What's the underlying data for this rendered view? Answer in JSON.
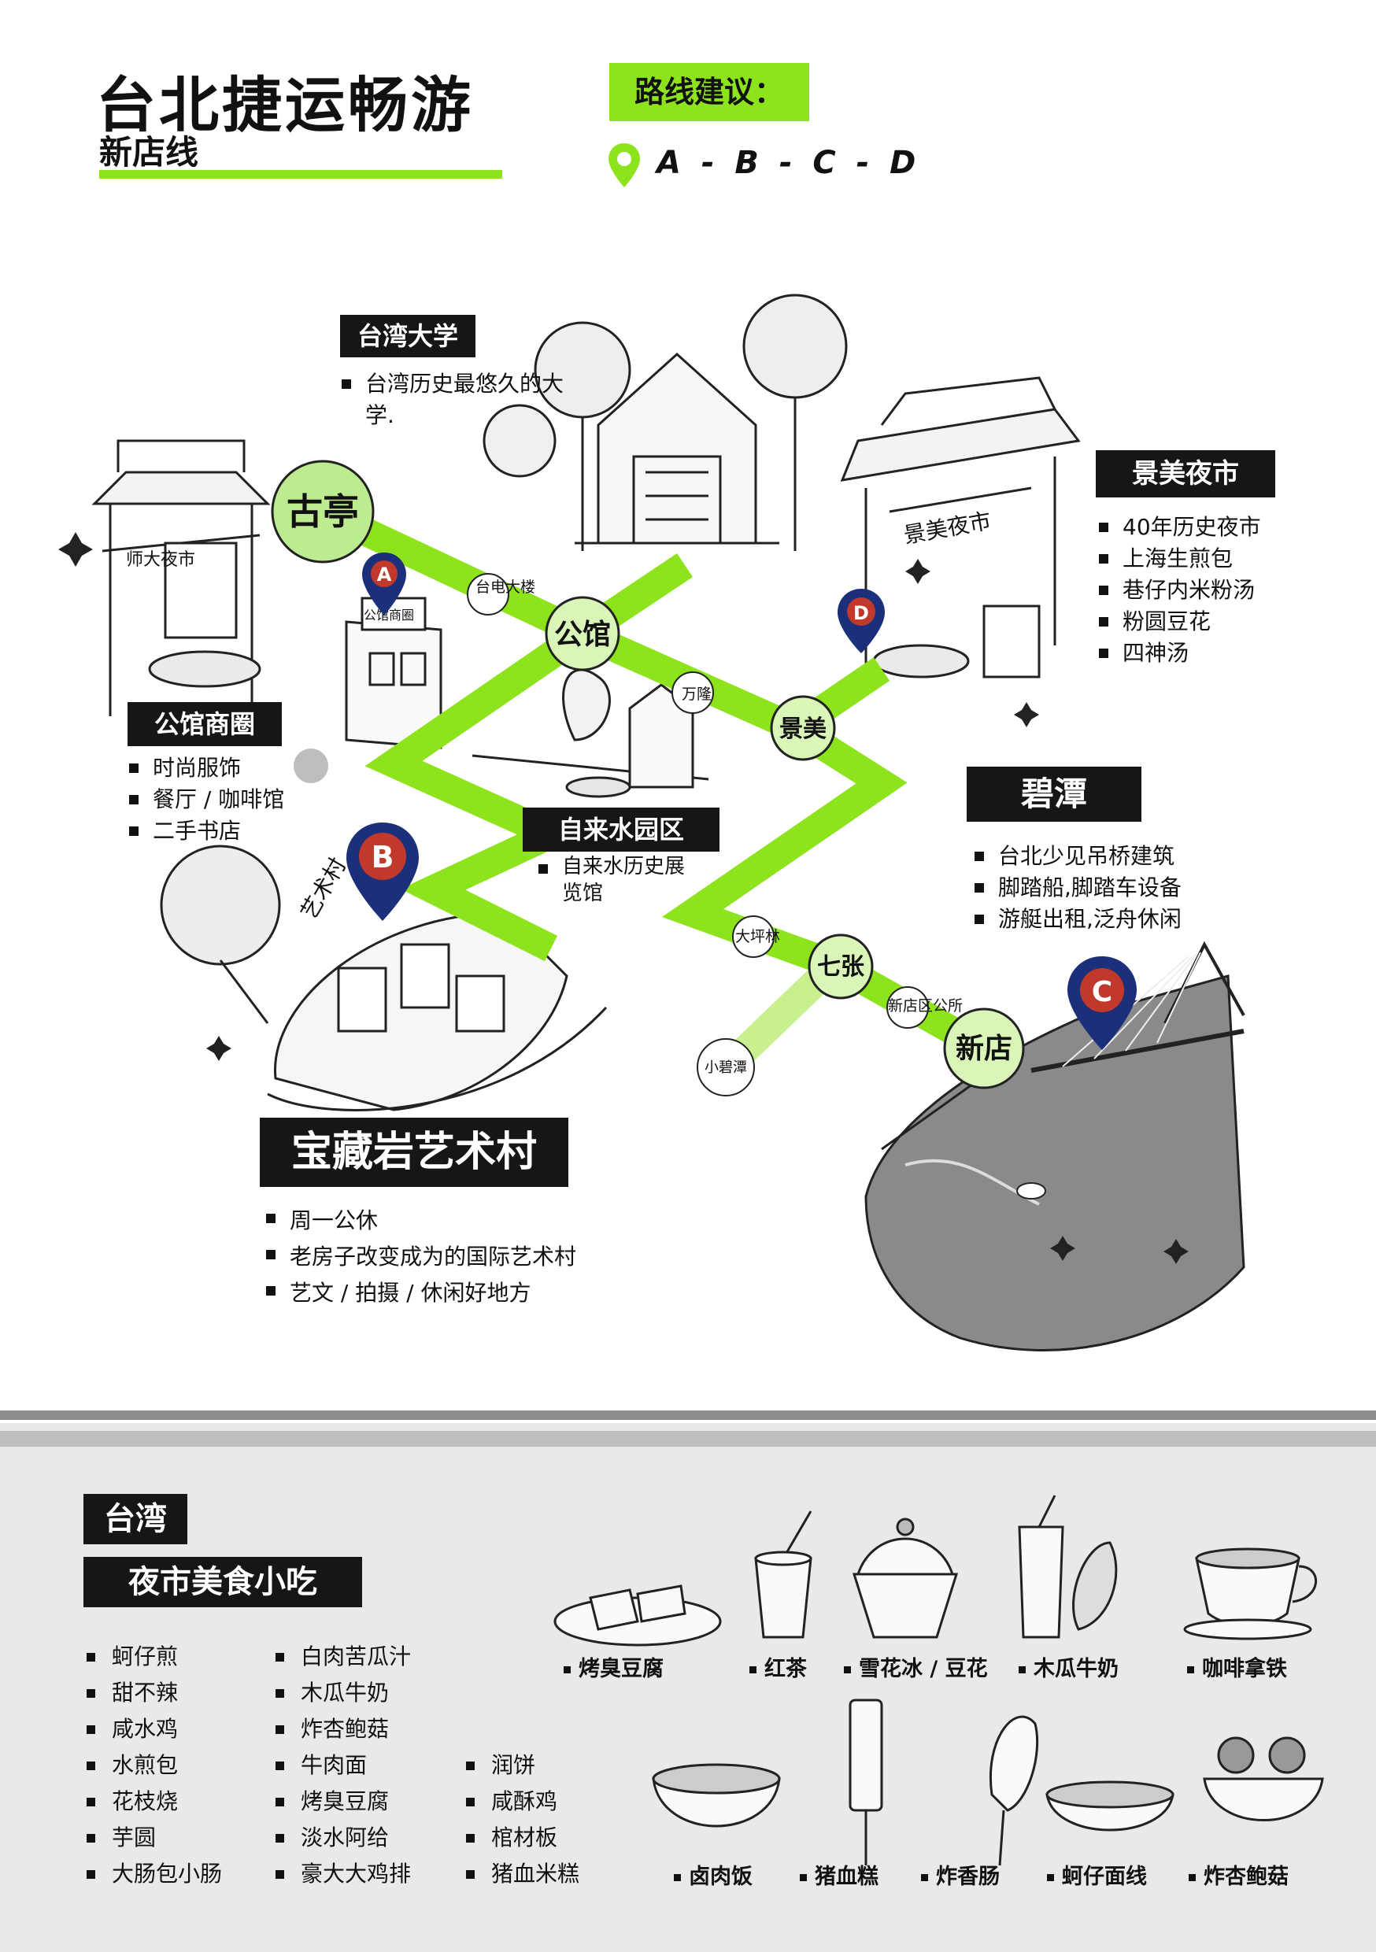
{
  "header": {
    "title": "台北捷运畅游",
    "subtitle": "新店线",
    "route_label": "路线建议：",
    "route_sequence": "A - B - C - D"
  },
  "colors": {
    "accent": "#8ee41c",
    "line": "#8ee41c",
    "marker": "#1b2f7a",
    "marker_inner": "#c0392b"
  },
  "stations": {
    "guting": "古亭",
    "gongguan": "公馆",
    "jingmei": "景美",
    "qizhang": "七张",
    "xindian": "新店",
    "xiaobitan": "小碧潭",
    "taidian_dalou": "台电大楼",
    "wanlong": "万隆",
    "dapinglin": "大坪林",
    "xindian_district_office": "新店区公所"
  },
  "markers": [
    "A",
    "B",
    "C",
    "D"
  ],
  "poi": {
    "ntu": {
      "title": "台湾大学",
      "items": [
        "台湾历史最悠久的大学."
      ]
    },
    "jingmei_market": {
      "title": "景美夜市",
      "items": [
        "40年历史夜市",
        "上海生煎包",
        "巷仔内米粉汤",
        "粉圆豆花",
        "四神汤"
      ]
    },
    "gongguan_area": {
      "title": "公馆商圈",
      "items": [
        "时尚服饰",
        "餐厅 / 咖啡馆",
        "二手书店"
      ]
    },
    "water_park": {
      "title": "自来水园区",
      "items": [
        "自来水历史展览馆"
      ]
    },
    "bitan": {
      "title": "碧潭",
      "items": [
        "台北少见吊桥建筑",
        "脚踏船,脚踏车设备",
        "游艇出租,泛舟休闲"
      ]
    },
    "treasure_hill": {
      "title": "宝藏岩艺术村",
      "items": [
        "周一公休",
        "老房子改变成为的国际艺术村",
        "艺文 / 拍摄 / 休闲好地方"
      ]
    }
  },
  "sketch_signs": {
    "shida_market": "师大夜市",
    "gongguan_shop": "公馆商圈",
    "jingmei_gate": "景美夜市",
    "art_village": "艺术村"
  },
  "food": {
    "tag1": "台湾",
    "tag2": "夜市美食小吃",
    "col1": [
      "蚵仔煎",
      "甜不辣",
      "咸水鸡",
      "水煎包",
      "花枝烧",
      "芋圆",
      "大肠包小肠"
    ],
    "col2": [
      "白肉苦瓜汁",
      "木瓜牛奶",
      "炸杏鲍菇",
      "牛肉面",
      "烤臭豆腐",
      "淡水阿给",
      "豪大大鸡排"
    ],
    "col3": [
      "润饼",
      "咸酥鸡",
      "棺材板",
      "猪血米糕"
    ],
    "illus_row1": [
      "烤臭豆腐",
      "红茶",
      "雪花冰 / 豆花",
      "木瓜牛奶",
      "咖啡拿铁"
    ],
    "illus_row2": [
      "卤肉饭",
      "猪血糕",
      "炸香肠",
      "蚵仔面线",
      "炸杏鲍菇"
    ]
  }
}
